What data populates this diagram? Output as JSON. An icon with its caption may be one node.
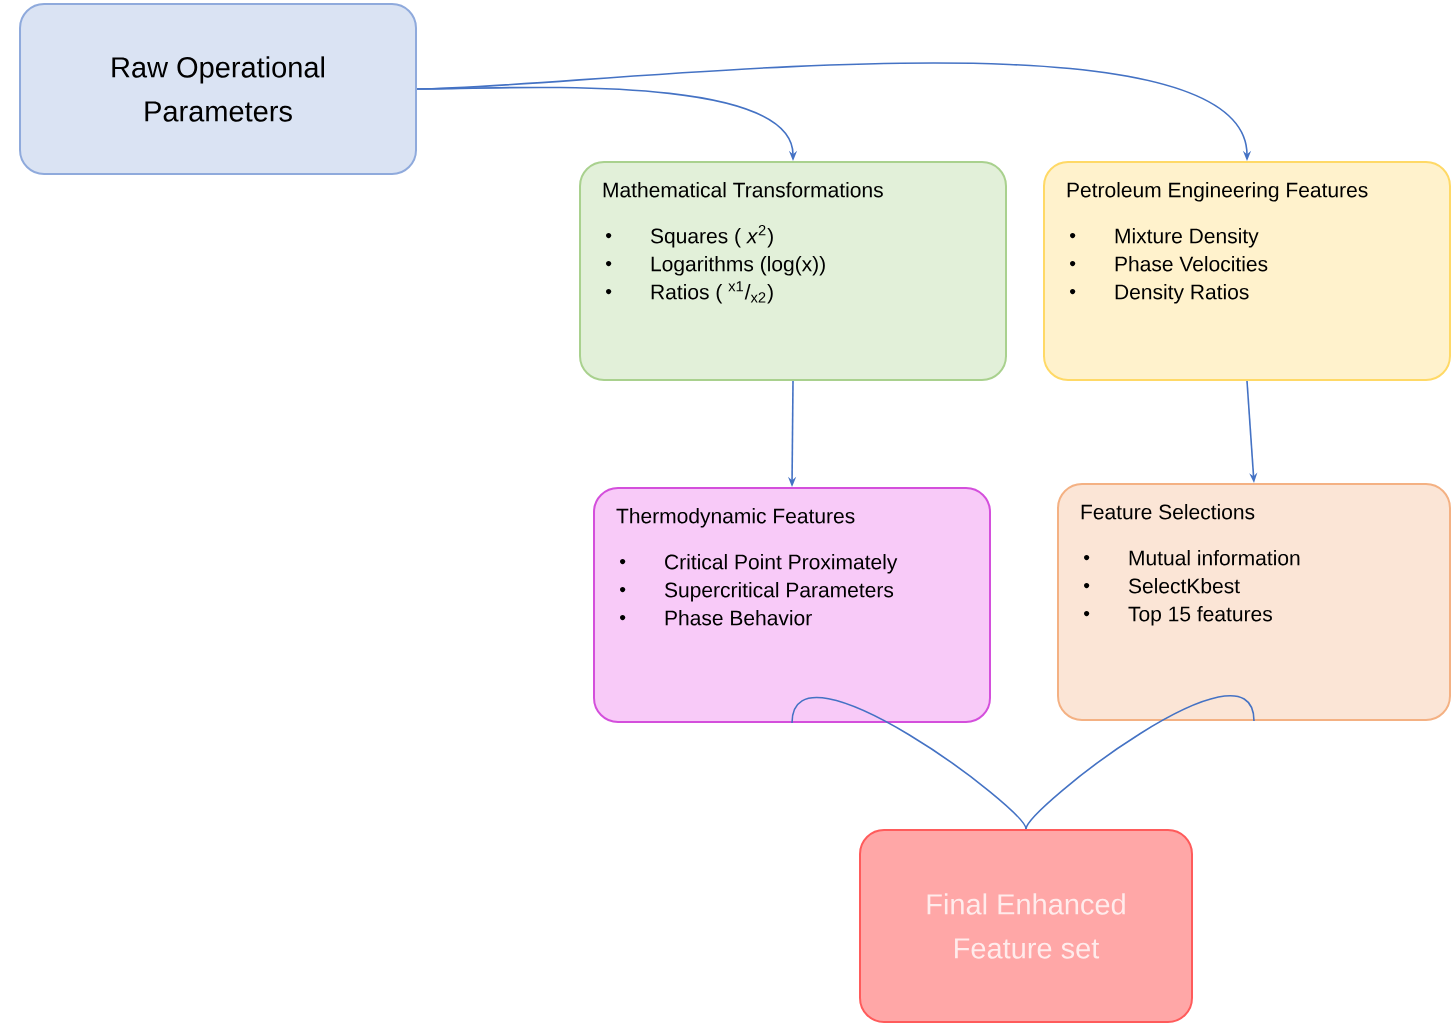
{
  "diagram": {
    "nodes": [
      {
        "text": [
          "Raw Operational Parameters"
        ]
      },
      {
        "text": [
          "Mathematical Transformations",
          "Squares ( *x*$^{2}$)",
          "Logarithms (log(x))",
          "Ratios ( $^{x1}$/$_{x2}$)"
        ]
      },
      {
        "text": [
          "Petroleum Engineering Features",
          "Mixture Density",
          "Phase Velocities",
          "Density Ratios"
        ]
      },
      {
        "text": [
          "Thermodynamic Features",
          "Critical Point Proximately",
          "Supercritical Parameters",
          "Phase Behavior"
        ]
      },
      {
        "text": [
          "Feature Selections",
          "Mutual information",
          "SelectKbest",
          "Top 15 features"
        ]
      },
      {
        "text": [
          "Final Enhanced Feature set"
        ]
      }
    ],
    "edges": [
      {
        "from": 0,
        "to": 1,
        "arrow": "to"
      },
      {
        "from": 0,
        "to": 2,
        "arrow": "to"
      },
      {
        "from": 1,
        "to": 3,
        "arrow": "to"
      },
      {
        "from": 2,
        "to": 4,
        "arrow": "to"
      },
      {
        "from": 3,
        "to": 5,
        "arrow": "none"
      },
      {
        "from": 4,
        "to": 5,
        "arrow": "none"
      }
    ]
  }
}
